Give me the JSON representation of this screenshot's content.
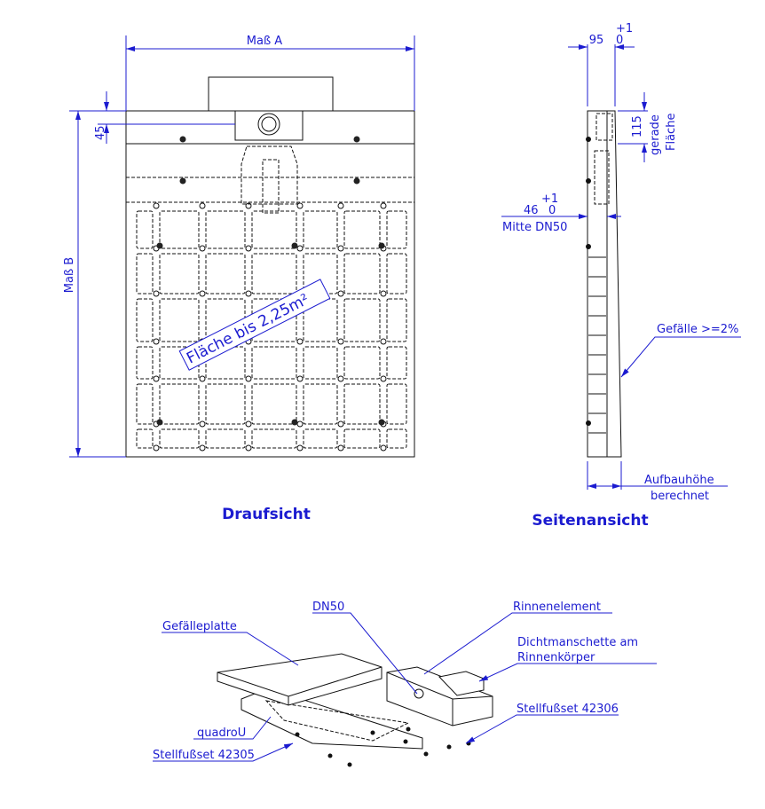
{
  "top_view": {
    "title": "Draufsicht",
    "dim_a": "Maß A",
    "dim_b": "Maß B",
    "dim_45": "45",
    "area_label": "Fläche bis 2,25m²"
  },
  "side_view": {
    "title": "Seitenansicht",
    "dim_95": "95",
    "tol_plus_1": "+1",
    "tol_0": "0",
    "dim_115": "115",
    "gerade": "gerade",
    "flaeche": "Fläche",
    "dim_46": "46",
    "tol2_plus_1": "+1",
    "tol2_0": "0",
    "mitte_dn50": "Mitte DN50",
    "gefaelle": "Gefälle >=2%",
    "aufbau1": "Aufbauhöhe",
    "aufbau2": "berechnet"
  },
  "exploded_view": {
    "gefaelleplatte": "Gefälleplatte",
    "dn50": "DN50",
    "rinnenelement": "Rinnenelement",
    "dicht1": "Dichtmanschette am",
    "dicht2": "Rinnenkörper",
    "stellfuss_42306": "Stellfußset 42306",
    "quadrou": "quadroU",
    "stellfuss_42305": "Stellfußset 42305"
  }
}
